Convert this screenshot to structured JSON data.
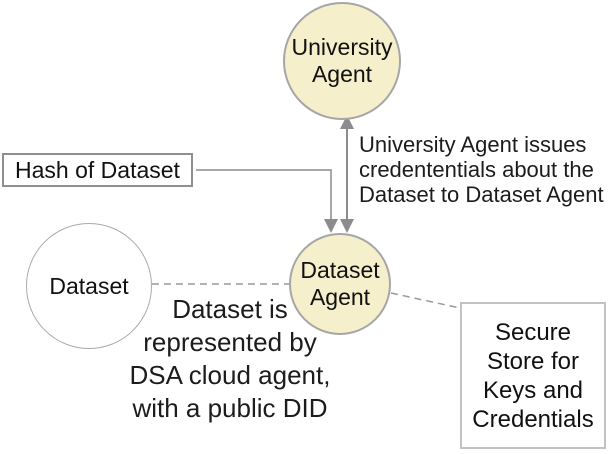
{
  "colors": {
    "node_fill": "#f5efcb",
    "node_border": "#a6a6a6",
    "connector": "#8c8c8c",
    "dashed_line": "#9a9a9a",
    "text": "#1a1a1a"
  },
  "nodes": {
    "university_agent": {
      "label": "University\nAgent"
    },
    "hash_of_dataset": {
      "label": "Hash of Dataset"
    },
    "dataset": {
      "label": "Dataset"
    },
    "dataset_agent": {
      "label": "Dataset\nAgent"
    },
    "secure_store": {
      "label": "Secure\nStore for\nKeys and\nCredentials"
    }
  },
  "annotations": {
    "credential_issue_note": "University Agent issues\ncredententials about the\nDataset to Dataset Agent",
    "dataset_representation_note": "Dataset is\nrepresented by\nDSA cloud agent,\nwith a public DID"
  }
}
